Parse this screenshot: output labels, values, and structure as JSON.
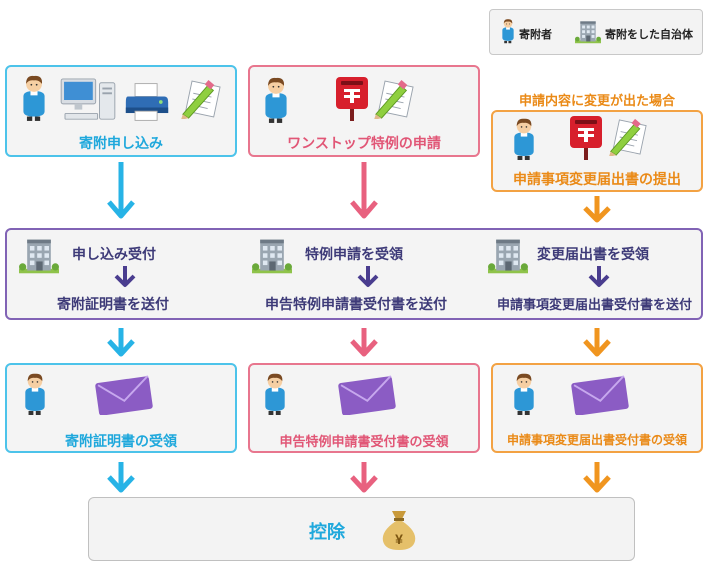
{
  "legend": {
    "donor_label": "寄附者",
    "municipality_label": "寄附をした自治体"
  },
  "step1": {
    "donation_apply": "寄附申し込み",
    "onestop_apply": "ワンストップ特例の申請",
    "change_condition": "申請内容に変更が出た場合",
    "change_submit": "申請事項変更届出書の提出"
  },
  "step2": {
    "receive_application": "申し込み受付",
    "send_certificate": "寄附証明書を送付",
    "receive_special": "特例申請を受領",
    "send_special_receipt": "申告特例申請書受付書を送付",
    "receive_change": "変更届出書を受領",
    "send_change_receipt": "申請事項変更届出書受付書を送付"
  },
  "step3": {
    "certificate_received": "寄附証明書の受領",
    "special_receipt_received": "申告特例申請書受付書の受領",
    "change_receipt_received": "申請事項変更届出書受付書の受領"
  },
  "final": {
    "deduction": "控除",
    "yen_symbol": "¥"
  },
  "icons": [
    "person-icon",
    "building-icon",
    "computer-icon",
    "printer-icon",
    "pen-paper-icon",
    "mailbox-icon",
    "envelope-icon",
    "money-bag-icon"
  ],
  "colors": {
    "blue": "#4cc3ea",
    "pink": "#e8768e",
    "orange": "#f3a243",
    "purple": "#8163b5"
  }
}
